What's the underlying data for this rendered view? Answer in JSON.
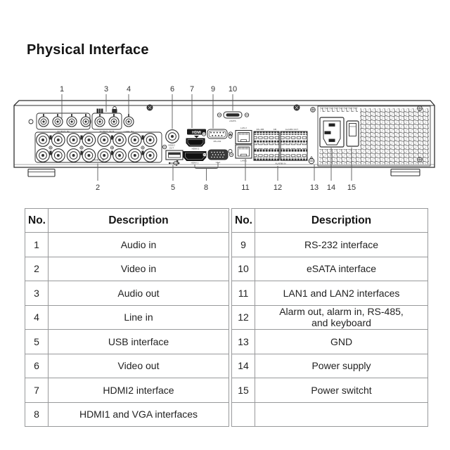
{
  "page": {
    "title": "Physical Interface"
  },
  "colors": {
    "ink": "#2d2d2d",
    "table_border": "#98999b"
  },
  "diagram": {
    "callouts": {
      "n1": "1",
      "n2": "2",
      "n3": "3",
      "n4": "4",
      "n5": "5",
      "n6": "6",
      "n7": "7",
      "n8": "8",
      "n9": "9",
      "n10": "10",
      "n11": "11",
      "n12": "12",
      "n13": "13",
      "n14": "14",
      "n15": "15"
    },
    "labels": {
      "audio_in": "AUDIO IN",
      "audio_out": "AUDIO OUT",
      "line_in": "LINE IN",
      "video_in": "VIDEO IN",
      "video_out_line1": "VIDEO",
      "video_out_line2": "OUT",
      "hdmi_logo": "HDMI",
      "hdmi2": "HDMI 2",
      "hdmi1": "HDMI 1",
      "rs232": "RS-232",
      "vga": "VGA",
      "esata": "eSATA",
      "lan2": "LAN 2",
      "lan1": "LAN 1",
      "rs485": "RS-485",
      "kb": "KB",
      "alarm_out": "ALARM OUT",
      "alarm_in": "ALARM IN"
    }
  },
  "table": {
    "headers": {
      "no": "No.",
      "desc": "Description"
    },
    "left_rows": [
      {
        "no": "1",
        "desc": "Audio in"
      },
      {
        "no": "2",
        "desc": "Video in"
      },
      {
        "no": "3",
        "desc": "Audio out"
      },
      {
        "no": "4",
        "desc": "Line in"
      },
      {
        "no": "5",
        "desc": "USB interface"
      },
      {
        "no": "6",
        "desc": "Video out"
      },
      {
        "no": "7",
        "desc": "HDMI2 interface"
      },
      {
        "no": "8",
        "desc": "HDMI1 and VGA interfaces"
      }
    ],
    "right_rows": [
      {
        "no": "9",
        "desc": "RS-232 interface"
      },
      {
        "no": "10",
        "desc": "eSATA interface"
      },
      {
        "no": "11",
        "desc": "LAN1 and LAN2 interfaces"
      },
      {
        "no": "12",
        "desc": "Alarm out, alarm in, RS-485,\nand keyboard"
      },
      {
        "no": "13",
        "desc": "GND"
      },
      {
        "no": "14",
        "desc": "Power supply"
      },
      {
        "no": "15",
        "desc": "Power switcht"
      },
      {
        "no": "",
        "desc": ""
      }
    ]
  }
}
